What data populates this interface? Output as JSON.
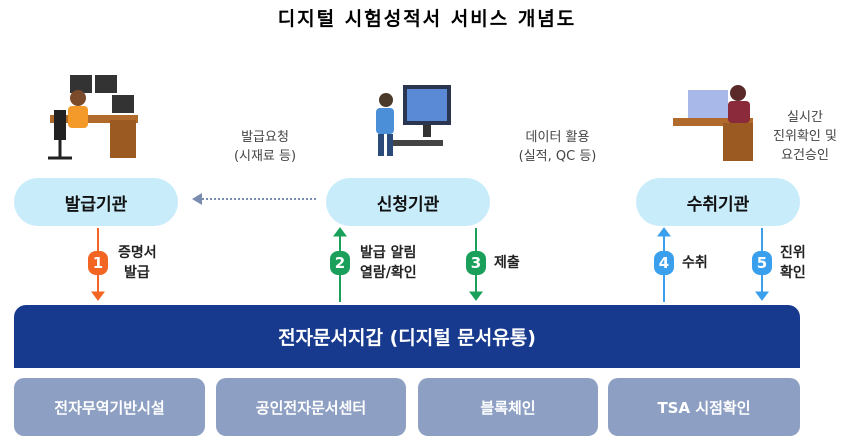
{
  "title": "디지털 시험성적서 서비스 개념도",
  "nodes": {
    "issuer": "발급기관",
    "applicant": "신청기관",
    "receiver": "수취기관"
  },
  "notes": {
    "request_line1": "발급요청",
    "request_line2": "(시재료 등)",
    "data_line1": "데이터 활용",
    "data_line2": "(실적, QC 등)",
    "realtime_line1": "실시간",
    "realtime_line2": "진위확인 및",
    "realtime_line3": "요건승인"
  },
  "steps": [
    {
      "num": "1",
      "line1": "증명서",
      "line2": "발급",
      "color": "#f26522"
    },
    {
      "num": "2",
      "line1": "발급 알림",
      "line2": "열람/확인",
      "color": "#1aa05a"
    },
    {
      "num": "3",
      "line1": "제출",
      "line2": "",
      "color": "#1aa05a"
    },
    {
      "num": "4",
      "line1": "수취",
      "line2": "",
      "color": "#3aa0ee"
    },
    {
      "num": "5",
      "line1": "진위",
      "line2": "확인",
      "color": "#3aa0ee"
    }
  ],
  "wallet": "전자문서지갑 (디지털 문서유통)",
  "infra": [
    "전자무역기반시설",
    "공인전자문서센터",
    "블록체인",
    "TSA 시점확인"
  ]
}
